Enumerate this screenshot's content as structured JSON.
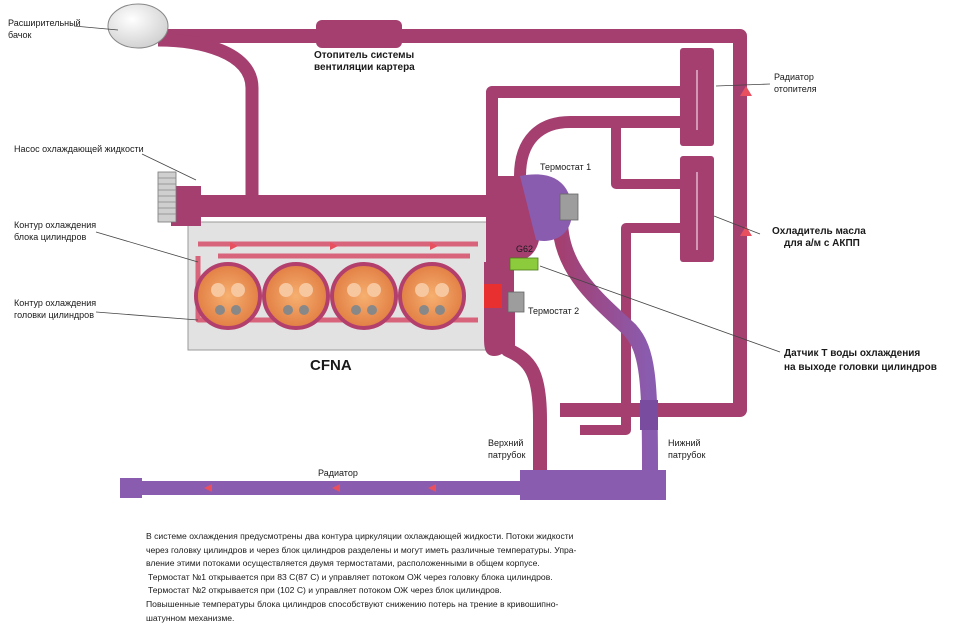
{
  "colors": {
    "pipe_hot": "#a43f70",
    "pipe_cool": "#8a5cb0",
    "engine_block": "#e2e2e2",
    "cylinder_fill": "#f09a50",
    "flow_arrow": "#e85060",
    "sensor": "#8ccc3c",
    "leader_line": "#444444"
  },
  "engine": {
    "name": "CFNA"
  },
  "labels": {
    "expansion_tank": [
      "Расширительный",
      "бачок"
    ],
    "crankcase_heater": [
      "Отопитель системы",
      "вентиляции картера"
    ],
    "heater_radiator": [
      "Радиатор",
      "отопителя"
    ],
    "coolant_pump": [
      "Насос охлаждающей жидкости"
    ],
    "block_circuit": [
      "Контур охлаждения",
      "блока цилиндров"
    ],
    "head_circuit": [
      "Контур охлаждения",
      "головки цилиндров"
    ],
    "thermostat_1": [
      "Термостат 1"
    ],
    "thermostat_2": [
      "Термостат 2"
    ],
    "sensor_code": [
      "G62"
    ],
    "oil_cooler": [
      "Охладитель масла",
      "для а/м с АКПП"
    ],
    "temp_sensor": [
      "Датчик Т воды охлаждения",
      "на выходе головки цилиндров"
    ],
    "upper_hose": [
      "Верхний",
      "патрубок"
    ],
    "lower_hose": [
      "Нижний",
      "патрубок"
    ],
    "radiator": [
      "Радиатор"
    ]
  },
  "description": {
    "line1": "В системе охлаждения предусмотрены два контура циркуляции охлаждающей жидкости. Потоки жидкости",
    "line2": "через головку цилиндров и через блок цилиндров разделены и могут иметь различные температуры. Упра-",
    "line3": "вление этими потоками осуществляется двумя термостатами, расположенными в общем корпусе.",
    "line4": "Термостат №1 открывается при 83 С(87 С) и управляет потоком ОЖ через головку блока цилиндров.",
    "line5": "Термостат №2 открывается при        (102 С) и управляет потоком ОЖ через блок цилиндров.",
    "line6": "Повышенные температуры блока цилиндров способствуют снижению потерь на трение в кривошипно-",
    "line7": "шатунном механизме."
  }
}
